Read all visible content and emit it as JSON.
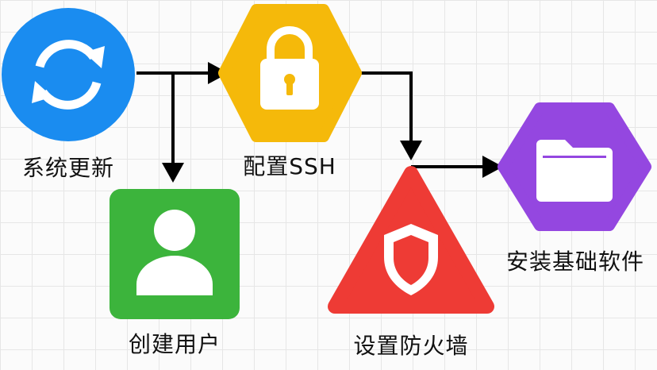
{
  "nodes": {
    "update": {
      "label": "系统更新",
      "icon": "refresh-icon",
      "color": "#1a8cf0"
    },
    "ssh": {
      "label": "配置SSH",
      "icon": "lock-icon",
      "color": "#f5b90a"
    },
    "user": {
      "label": "创建用户",
      "icon": "user-icon",
      "color": "#3cb43c"
    },
    "firewall": {
      "label": "设置防火墙",
      "icon": "shield-icon",
      "color": "#ee3b35"
    },
    "software": {
      "label": "安装基础软件",
      "icon": "folder-icon",
      "color": "#9447e0"
    }
  }
}
